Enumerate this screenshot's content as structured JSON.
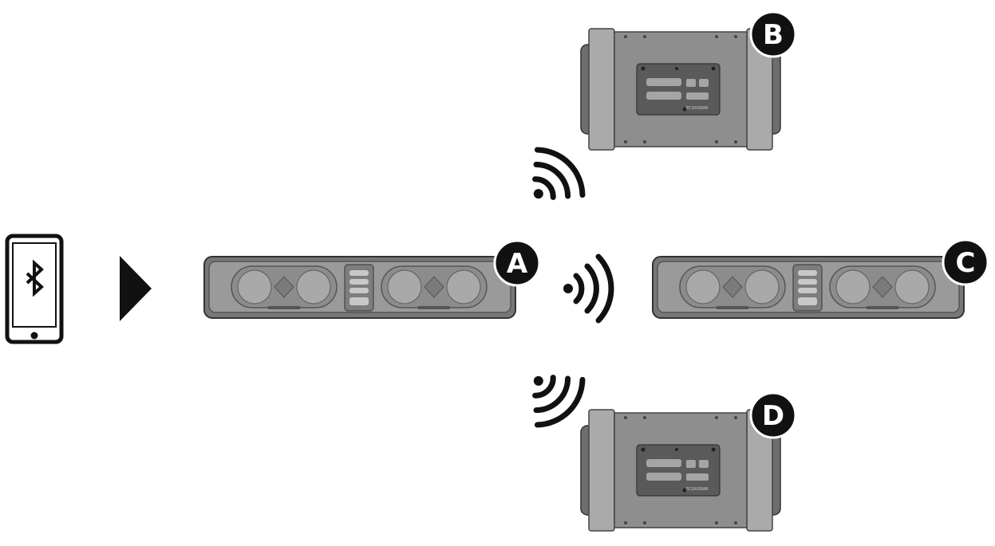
{
  "diagram": {
    "source_device": {
      "icon": "bluetooth-icon",
      "type": "phone"
    },
    "arrow": {
      "icon": "play-arrow-icon"
    },
    "devices": [
      {
        "id": "A",
        "label": "A",
        "type": "soundbar"
      },
      {
        "id": "B",
        "label": "B",
        "type": "amplifier"
      },
      {
        "id": "C",
        "label": "C",
        "type": "soundbar"
      },
      {
        "id": "D",
        "label": "D",
        "type": "amplifier"
      }
    ],
    "signals": [
      {
        "icon": "wireless-signal-icon",
        "direction": "up"
      },
      {
        "icon": "wireless-signal-icon",
        "direction": "right"
      },
      {
        "icon": "wireless-signal-icon",
        "direction": "down"
      }
    ],
    "brand_text": "ECOXGEAR",
    "colors": {
      "ink": "#111111",
      "body": "#8a8a8a",
      "body_dark": "#5d5d5d",
      "body_light": "#b5b5b5",
      "badge": "#111111",
      "badge_text": "#ffffff"
    }
  }
}
